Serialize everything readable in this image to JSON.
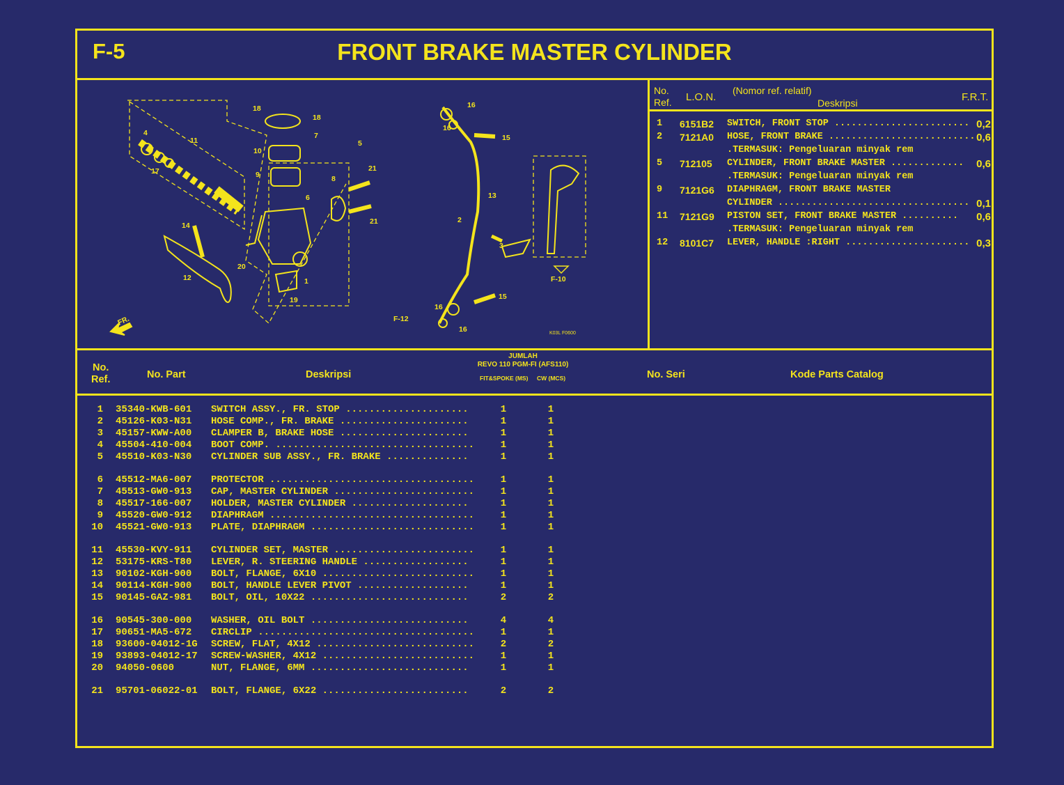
{
  "header": {
    "code": "F-5",
    "title": "FRONT BRAKE MASTER CYLINDER"
  },
  "diagram": {
    "labels": [
      "18",
      "18",
      "7",
      "10",
      "9",
      "6",
      "5",
      "4",
      "11",
      "17",
      "14",
      "12",
      "20",
      "1",
      "19",
      "8",
      "21",
      "21",
      "16",
      "16",
      "15",
      "2",
      "13",
      "3",
      "15",
      "16",
      "16",
      "F-10",
      "F-12",
      "FR."
    ],
    "ref_code": "K03L F0600"
  },
  "ref_table": {
    "head": {
      "no": "No.",
      "ref": "Ref.",
      "lon": "L.O.N.",
      "nomor": "(Nomor ref. relatif)",
      "desc": "Deskripsi",
      "frt": "F.R.T."
    },
    "rows": [
      {
        "no": "1",
        "lon": "6151B2",
        "desc": "SWITCH, FRONT STOP ........................",
        "frt": "0,2"
      },
      {
        "no": "2",
        "lon": "7121A0",
        "desc": "HOSE, FRONT BRAKE ..........................",
        "frt": "0,6"
      },
      {
        "no": "",
        "lon": "",
        "desc": ".TERMASUK: Pengeluaran minyak rem",
        "frt": ""
      },
      {
        "no": "5",
        "lon": "712105",
        "desc": "CYLINDER, FRONT BRAKE MASTER .............",
        "frt": "0,6"
      },
      {
        "no": "",
        "lon": "",
        "desc": ".TERMASUK: Pengeluaran minyak rem",
        "frt": ""
      },
      {
        "no": "9",
        "lon": "7121G6",
        "desc": "DIAPHRAGM, FRONT BRAKE MASTER",
        "frt": ""
      },
      {
        "no": "",
        "lon": "",
        "desc": " CYLINDER ..................................",
        "frt": "0,1"
      },
      {
        "no": "11",
        "lon": "7121G9",
        "desc": "PISTON SET, FRONT BRAKE MASTER ..........",
        "frt": "0,6"
      },
      {
        "no": "",
        "lon": "",
        "desc": ".TERMASUK: Pengeluaran minyak rem",
        "frt": ""
      },
      {
        "no": "12",
        "lon": "8101C7",
        "desc": "LEVER, HANDLE :RIGHT ......................",
        "frt": "0,3"
      }
    ]
  },
  "parts_header": {
    "no": "No.",
    "ref": "Ref.",
    "part": "No. Part",
    "desc": "Deskripsi",
    "jumlah": "JUMLAH",
    "model": "REVO 110 PGM-FI (AFS110)",
    "col1": "FIT&SPOKE (MS)",
    "col2": "CW (MCS)",
    "serial": "No. Seri",
    "catalog": "Kode Parts Catalog"
  },
  "parts": [
    {
      "no": "1",
      "part": "35340-KWB-601",
      "desc": "SWITCH ASSY., FR. STOP  .....................",
      "q1": "1",
      "q2": "1"
    },
    {
      "no": "2",
      "part": "45126-K03-N31",
      "desc": "HOSE COMP., FR. BRAKE  ......................",
      "q1": "1",
      "q2": "1"
    },
    {
      "no": "3",
      "part": "45157-KWW-A00",
      "desc": "CLAMPER B, BRAKE HOSE  ......................",
      "q1": "1",
      "q2": "1"
    },
    {
      "no": "4",
      "part": "45504-410-004",
      "desc": "BOOT COMP. ..................................",
      "q1": "1",
      "q2": "1"
    },
    {
      "no": "5",
      "part": "45510-K03-N30",
      "desc": "CYLINDER SUB ASSY., FR. BRAKE  ..............",
      "q1": "1",
      "q2": "1"
    },
    {
      "no": "6",
      "part": "45512-MA6-007",
      "desc": "PROTECTOR ...................................",
      "q1": "1",
      "q2": "1"
    },
    {
      "no": "7",
      "part": "45513-GW0-913",
      "desc": "CAP, MASTER CYLINDER ........................",
      "q1": "1",
      "q2": "1"
    },
    {
      "no": "8",
      "part": "45517-166-007",
      "desc": "HOLDER, MASTER CYLINDER  ....................",
      "q1": "1",
      "q2": "1"
    },
    {
      "no": "9",
      "part": "45520-GW0-912",
      "desc": "DIAPHRAGM ...................................",
      "q1": "1",
      "q2": "1"
    },
    {
      "no": "10",
      "part": "45521-GW0-913",
      "desc": "PLATE, DIAPHRAGM ............................",
      "q1": "1",
      "q2": "1"
    },
    {
      "no": "11",
      "part": "45530-KVY-911",
      "desc": "CYLINDER SET, MASTER ........................",
      "q1": "1",
      "q2": "1"
    },
    {
      "no": "12",
      "part": "53175-KRS-T80",
      "desc": "LEVER, R. STEERING HANDLE  ..................",
      "q1": "1",
      "q2": "1"
    },
    {
      "no": "13",
      "part": "90102-KGH-900",
      "desc": "BOLT, FLANGE, 6X10 ..........................",
      "q1": "1",
      "q2": "1"
    },
    {
      "no": "14",
      "part": "90114-KGH-900",
      "desc": "BOLT, HANDLE LEVER PIVOT  ...................",
      "q1": "1",
      "q2": "1"
    },
    {
      "no": "15",
      "part": "90145-GAZ-981",
      "desc": "BOLT, OIL, 10X22  ...........................",
      "q1": "2",
      "q2": "2"
    },
    {
      "no": "16",
      "part": "90545-300-000",
      "desc": "WASHER, OIL BOLT  ...........................",
      "q1": "4",
      "q2": "4"
    },
    {
      "no": "17",
      "part": "90651-MA5-672",
      "desc": "CIRCLIP .....................................",
      "q1": "1",
      "q2": "1"
    },
    {
      "no": "18",
      "part": "93600-04012-1G",
      "desc": "SCREW, FLAT, 4X12 ...........................",
      "q1": "2",
      "q2": "2"
    },
    {
      "no": "19",
      "part": "93893-04012-17",
      "desc": "SCREW-WASHER, 4X12 ..........................",
      "q1": "1",
      "q2": "1"
    },
    {
      "no": "20",
      "part": "94050-0600",
      "desc": "NUT, FLANGE, 6MM  ...........................",
      "q1": "1",
      "q2": "1"
    },
    {
      "no": "21",
      "part": "95701-06022-01",
      "desc": "BOLT, FLANGE, 6X22  .........................",
      "q1": "2",
      "q2": "2"
    }
  ]
}
